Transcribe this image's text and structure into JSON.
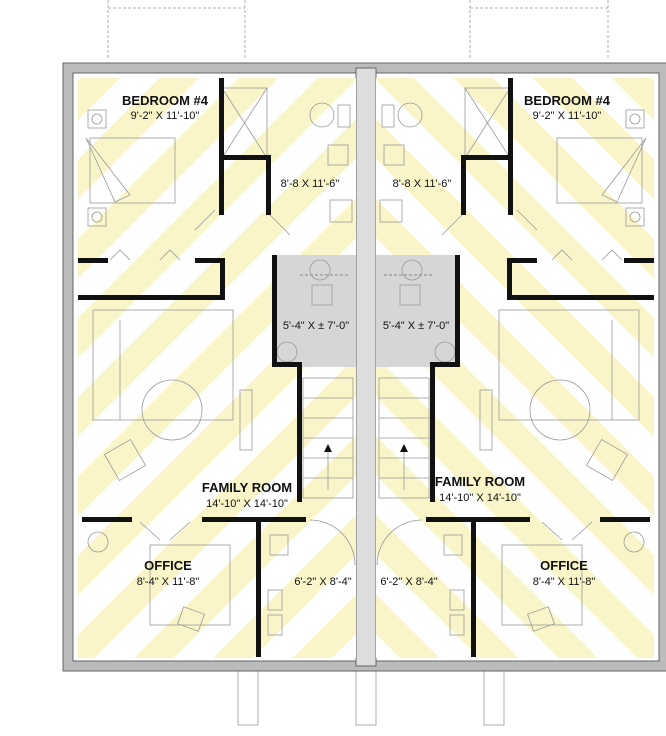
{
  "colors": {
    "stripe": "#faf5c8",
    "stair_area": "#d6d6d6",
    "wall": "#111111",
    "background": "#ffffff"
  },
  "units": [
    {
      "side": "left",
      "rooms": {
        "bedroom": {
          "name": "BEDROOM #4",
          "dims": "9'-2\" X 11'-10\""
        },
        "bath": {
          "dims": "8'-8 X 11'-6\""
        },
        "stair": {
          "dims": "5'-4\" X ± 7'-0\""
        },
        "family": {
          "name": "FAMILY ROOM",
          "dims": "14'-10\" X 14'-10\""
        },
        "office": {
          "name": "OFFICE",
          "dims": "8'-4\" X 11'-8\""
        },
        "utility": {
          "dims": "6'-2\" X 8'-4\""
        }
      }
    },
    {
      "side": "right",
      "rooms": {
        "bedroom": {
          "name": "BEDROOM #4",
          "dims": "9'-2\" X 11'-10\""
        },
        "bath": {
          "dims": "8'-8 X 11'-6\""
        },
        "stair": {
          "dims": "5'-4\" X ± 7'-0\""
        },
        "family": {
          "name": "FAMILY ROOM",
          "dims": "14'-10\" X 14'-10\""
        },
        "office": {
          "name": "OFFICE",
          "dims": "8'-4\" X 11'-8\""
        },
        "utility": {
          "dims": "6'-2\" X 8'-4\""
        }
      }
    }
  ]
}
